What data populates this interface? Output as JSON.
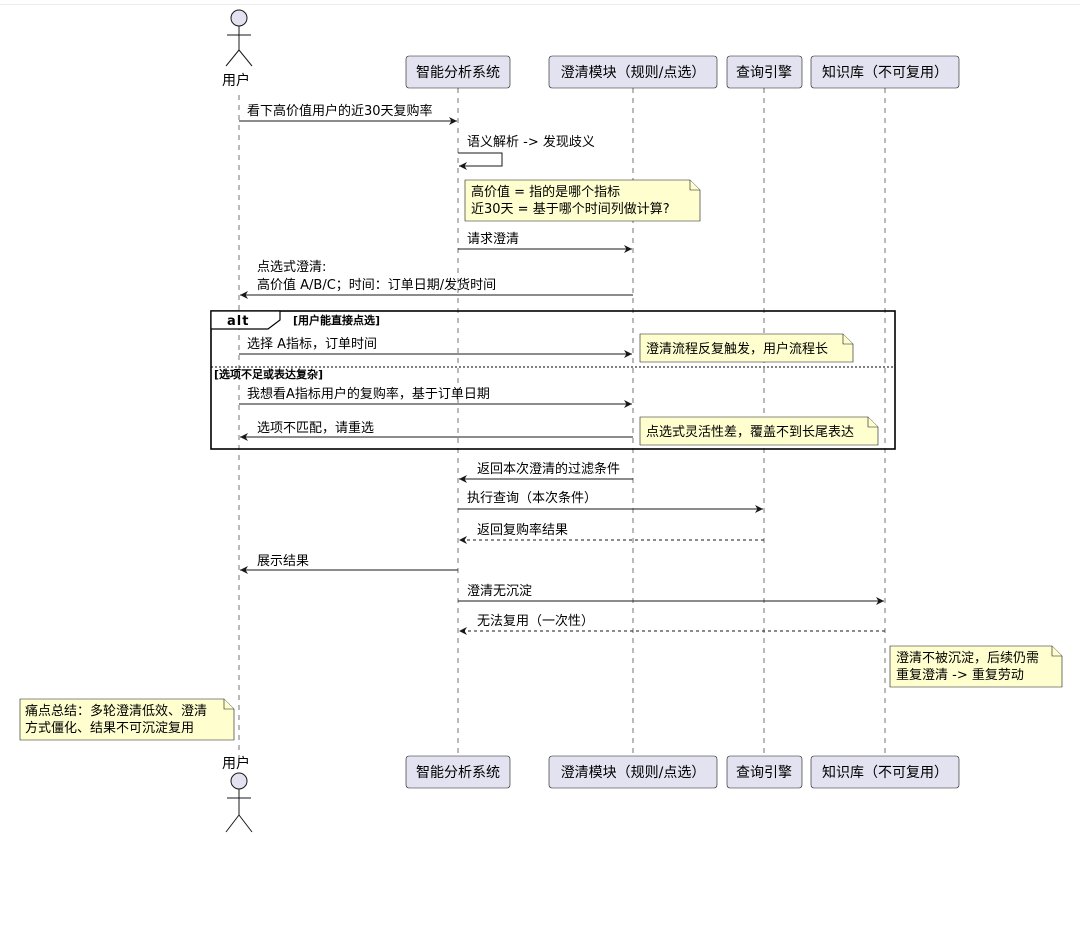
{
  "participants": {
    "user": "用户",
    "system": "智能分析系统",
    "clarify": "澄清模块（规则/点选）",
    "engine": "查询引擎",
    "kb": "知识库（不可复用）"
  },
  "messages": {
    "m1": "看下高价值用户的近30天复购率",
    "m2": "语义解析 -> 发现歧义",
    "m3": "请求澄清",
    "m4_l1": "点选式澄清:",
    "m4_l2": "高价值 A/B/C；时间：订单日期/发货时间",
    "m5": "选择 A指标，订单时间",
    "m6": "我想看A指标用户的复购率，基于订单日期",
    "m7": "选项不匹配，请重选",
    "m8": "返回本次澄清的过滤条件",
    "m9": "执行查询（本次条件）",
    "m10": "返回复购率结果",
    "m11": "展示结果",
    "m12": "澄清无沉淀",
    "m13": "无法复用（一次性）"
  },
  "notes": {
    "n1_l1": "高价值 = 指的是哪个指标",
    "n1_l2": "近30天 = 基于哪个时间列做计算?",
    "n2": "澄清流程反复触发，用户流程长",
    "n3": "点选式灵活性差，覆盖不到长尾表达",
    "n4_l1": "澄清不被沉淀，后续仍需",
    "n4_l2": "重复澄清 -> 重复劳动",
    "n5_l1": "痛点总结：多轮澄清低效、澄清",
    "n5_l2": "方式僵化、结果不可沉淀复用"
  },
  "alt_frame": {
    "tag": "alt",
    "condition1": "[用户能直接点选]",
    "condition2": "[选项不足或表达复杂]"
  },
  "colors": {
    "participant_fill": "#e2e2f0",
    "note_fill": "#fefece",
    "line": "#181818"
  }
}
